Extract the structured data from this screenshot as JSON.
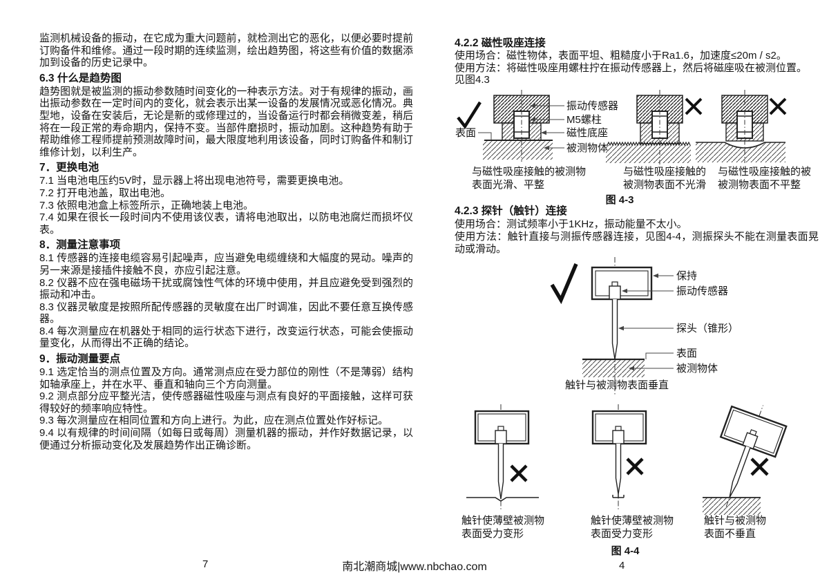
{
  "icons": {
    "correct_mark": "check",
    "wrong_mark": "cross"
  },
  "left_column": {
    "blocks": [
      {
        "type": "p",
        "text": "监测机械设备的振动，在它成为重大问题前，就检测出它的恶化，以便必要时提前订购备件和维修。通过一段时期的连续监测，绘出趋势图，将这些有价值的数据添加到设备的历史记录中。"
      },
      {
        "type": "h",
        "text": "6.3  什么是趋势图"
      },
      {
        "type": "p",
        "text": "趋势图就是被监测的振动参数随时间变化的一种表示方法。对于有规律的振动，画出振动参数在一定时间内的变化，就会表示出某一设备的发展情况或恶化情况。典型地，设备在安装后，无论是新的或修理过的，当设备运行时都会稍微变差，稍后将在一段正常的寿命期内，保持不变。当部件磨损时，振动加剧。这种趋势有助于帮助维修工程师提前预测故障时间，最大限度地利用该设备，同时订购备件和制订维修计划，以利生产。"
      },
      {
        "type": "h",
        "text": "7．更换电池"
      },
      {
        "type": "p",
        "text": "7.1 当电池电压约5V时，显示器上将出现电池符号，需要更换电池。"
      },
      {
        "type": "p",
        "text": "7.2 打开电池盖，取出电池。"
      },
      {
        "type": "p",
        "text": "7.3 依照电池盒上标签所示，正确地装上电池。"
      },
      {
        "type": "p",
        "text": "7.4 如果在很长一段时间内不使用该仪表，请将电池取出，以防电池腐烂而损坏仪表。"
      },
      {
        "type": "h",
        "text": "8．测量注意事项"
      },
      {
        "type": "p",
        "text": "8.1 传感器的连接电缆容易引起噪声，应当避免电缆缠绕和大幅度的晃动。噪声的另一来源是接插件接触不良，亦应引起注意。"
      },
      {
        "type": "p",
        "text": "8.2 仪器不应在强电磁场干扰或腐蚀性气体的环境中使用，并且应避免受到强烈的振动和冲击。"
      },
      {
        "type": "p",
        "text": "8.3 仪器灵敏度是按照所配传感器的灵敏度在出厂时调准，因此不要任意互换传感器。"
      },
      {
        "type": "p",
        "text": "8.4 每次测量应在机器处于相同的运行状态下进行，改变运行状态，可能会使振动量变化，从而得出不正确的结论。"
      },
      {
        "type": "h",
        "text": "9．振动测量要点"
      },
      {
        "type": "p",
        "text": "9.1 选定恰当的测点位置及方向。通常测点应在受力部位的刚性（不是薄弱）结构如轴承座上，并在水平、垂直和轴向三个方向测量。"
      },
      {
        "type": "p",
        "text": "9.2 测点部分应平整光洁，使传感器磁性吸座与测点有良好的平面接触，这样可获得较好的频率响应特性。"
      },
      {
        "type": "p",
        "text": "9.3 每次测量应在相同位置和方向上进行。为此，应在测点位置处作好标记。"
      },
      {
        "type": "p",
        "text": "9.4 以有规律的时间间隔（如每日或每周）测量机器的振动，并作好数据记录，以便通过分析振动变化及发展趋势作出正确诊断。"
      }
    ]
  },
  "right_column": {
    "section_422": {
      "heading": "4.2.2 磁性吸座连接",
      "p1": "使用场合：磁性物体，表面平坦、粗糙度小于Ra1.6，加速度≤20m / s2。",
      "p2": "使用方法：将磁性吸座用螺柱拧在振动传感器上，然后将磁座吸在被测位置。",
      "p3": "见图4.3"
    },
    "fig43": {
      "labels": {
        "surface": "表面",
        "sensor": "振动传感器",
        "screw": "M5螺柱",
        "base": "磁性底座",
        "object": "被测物体"
      },
      "captions": [
        {
          "line1": "与磁性吸座接触的被测物",
          "line2": "表面光滑、平整"
        },
        {
          "line1": "与磁性吸座接触的",
          "line2": "被测物表面不光滑"
        },
        {
          "line1": "与磁性吸座接触的被",
          "line2": "被测物表面不平整"
        }
      ],
      "figure_label": "图 4-3"
    },
    "section_423": {
      "heading": "4.2.3 探针（触针）连接",
      "p1": "使用场合：测试频率小于1KHz，振动能量不太小。",
      "p2": "使用方法：触针直接与测振传感器连接，见图4-4，测振探头不能在测量表面晃动或滑动。"
    },
    "fig_probe": {
      "labels": {
        "hold": "保持",
        "sensor": "振动传感器",
        "probe": "探头（锥形）",
        "surface": "表面",
        "object": "被测物体"
      },
      "caption": "触针与被测物表面垂直"
    },
    "fig44": {
      "captions": [
        {
          "line1": "触针使薄壁被测物",
          "line2": "表面受力变形"
        },
        {
          "line1": "触针使薄壁被测物",
          "line2": "表面受力变形"
        },
        {
          "line1": "触针与被测物",
          "line2": "表面不垂直"
        }
      ],
      "figure_label": "图 4-4"
    }
  },
  "footer": {
    "left_page": "7",
    "site": "南北潮商城|www.nbchao.com",
    "right_page": "4"
  }
}
